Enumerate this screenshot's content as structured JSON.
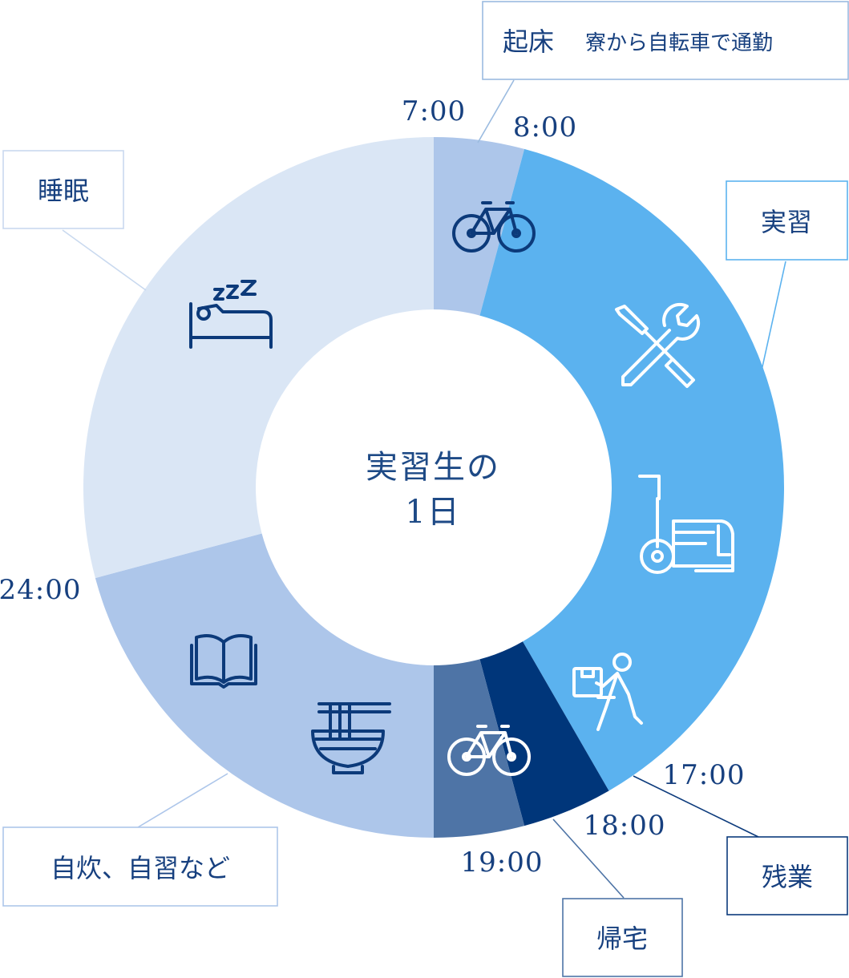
{
  "chart_data": {
    "type": "pie",
    "variant": "donut",
    "title": "実習生の 1日",
    "title_lines": [
      "実習生の",
      "1日"
    ],
    "start_time": "7:00",
    "segments": [
      {
        "id": "commute-am",
        "label": "起床",
        "sublabel": "寮から自転車で通勤",
        "start": "7:00",
        "end": "8:00",
        "hours": 1,
        "color": "#adc6ea",
        "icon": "bicycle-icon"
      },
      {
        "id": "training",
        "label": "実習",
        "sublabel": "",
        "start": "8:00",
        "end": "17:00",
        "hours": 9,
        "color": "#5bb2ef",
        "icon": "tools-icon"
      },
      {
        "id": "overtime",
        "label": "残業",
        "sublabel": "",
        "start": "17:00",
        "end": "18:00",
        "hours": 1,
        "color": "#00367a",
        "icon": "delivery-worker-icon"
      },
      {
        "id": "commute-pm",
        "label": "帰宅",
        "sublabel": "",
        "start": "18:00",
        "end": "19:00",
        "hours": 1,
        "color": "#4e74a6",
        "icon": "bicycle-icon"
      },
      {
        "id": "study",
        "label": "自炊、自習など",
        "sublabel": "",
        "start": "19:00",
        "end": "24:00",
        "hours": 5,
        "color": "#adc6ea",
        "icon": "book-icon"
      },
      {
        "id": "sleep",
        "label": "睡眠",
        "sublabel": "",
        "start": "24:00",
        "end": "7:00",
        "hours": 7,
        "color": "#dae6f5",
        "icon": "sleep-bed-icon"
      }
    ],
    "time_labels": [
      "7:00",
      "8:00",
      "17:00",
      "18:00",
      "19:00",
      "24:00"
    ],
    "legend": "callout-boxes"
  }
}
